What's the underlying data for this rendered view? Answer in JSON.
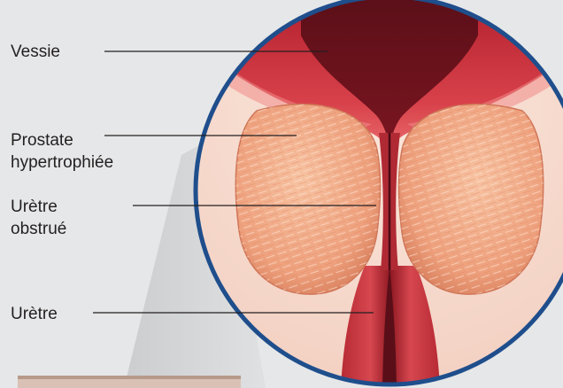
{
  "labels": {
    "bladder": "Vessie",
    "prostate_line1": "Prostate",
    "prostate_line2": "hypertrophiée",
    "obstructed_urethra_line1": "Urètre",
    "obstructed_urethra_line2": "obstrué",
    "urethra": "Urètre"
  },
  "colors": {
    "background": "#e6e7e8",
    "magnifier_ring": "#1f4e8c",
    "leader_line": "#231f20",
    "prostate": "#f0a47c",
    "muscle": "#c8333c",
    "lumen": "#4a0c14"
  }
}
